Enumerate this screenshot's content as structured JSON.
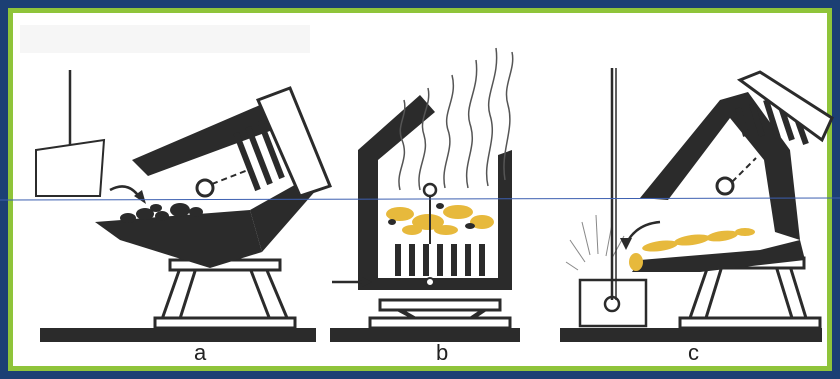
{
  "panels": [
    {
      "id": "a",
      "label": "a"
    },
    {
      "id": "b",
      "label": "b"
    },
    {
      "id": "c",
      "label": "c"
    }
  ],
  "colors": {
    "frame_outer": "#1c3f74",
    "frame_border": "#8fc43a",
    "furnace_body": "#2b2b2b",
    "molten_charge": "#e7b93c",
    "divider_line": "#3c5fb0"
  }
}
